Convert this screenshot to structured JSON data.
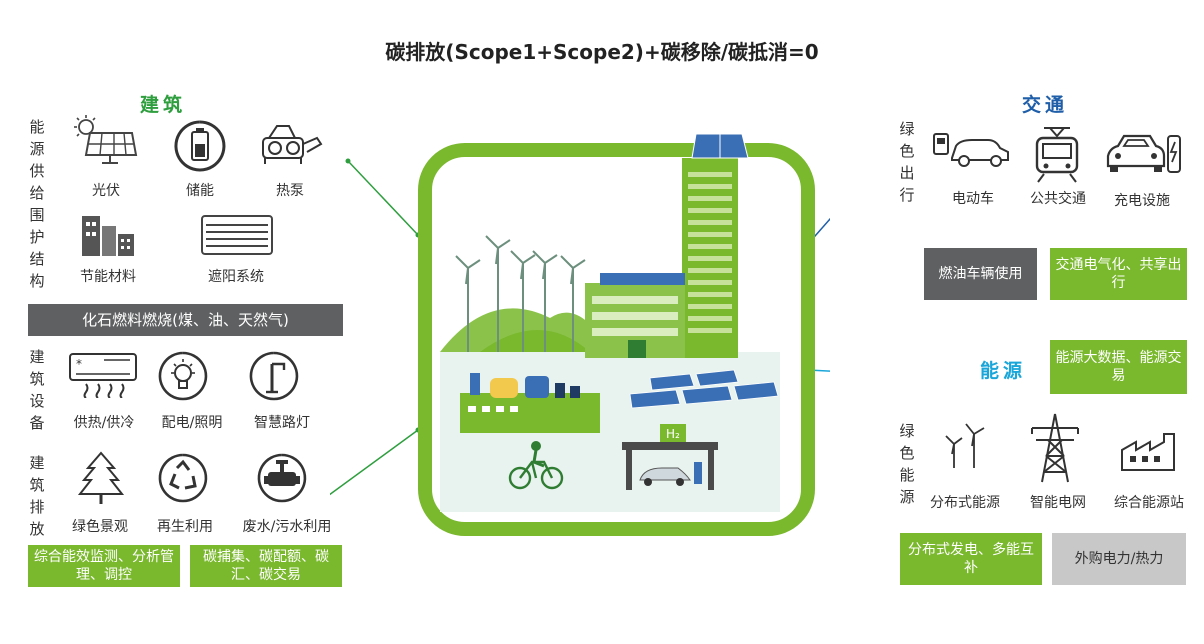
{
  "title": "碳排放(Scope1+Scope2)+碳移除/碳抵消=0",
  "building": {
    "heading": "建筑",
    "side_energy": "能源供给围护结构",
    "row1": [
      "光伏",
      "储能",
      "热泵"
    ],
    "row2": [
      "节能材料",
      "遮阳系统"
    ],
    "fossil_bar": "化石燃料燃烧(煤、油、天然气)",
    "side_equipment": "建筑设备",
    "row3": [
      "供热/供冷",
      "配电/照明",
      "智慧路灯"
    ],
    "side_emission": "建筑排放",
    "row4": [
      "绿色景观",
      "再生利用",
      "废水/污水利用"
    ],
    "box_left": "综合能效监测、分析管理、调控",
    "box_right": "碳捕集、碳配额、碳汇、碳交易"
  },
  "transport": {
    "heading": "交通",
    "side": "绿色出行",
    "items": [
      "电动车",
      "公共交通",
      "充电设施"
    ],
    "box_gray": "燃油车辆使用",
    "box_green": "交通电气化、共享出行"
  },
  "energy": {
    "heading": "能源",
    "box_top": "能源大数据、能源交易",
    "side": "绿色能源",
    "items": [
      "分布式能源",
      "智能电网",
      "综合能源站"
    ],
    "box_green": "分布式发电、多能互补",
    "box_gray": "外购电力/热力"
  },
  "hydrogen_label": "H₂",
  "colors": {
    "green": "#7ab82e",
    "building_heading": "#2e9e3e",
    "transport_heading": "#1f5ea8",
    "energy_heading": "#1aa6d9",
    "dark_gray": "#5f6062",
    "light_gray": "#c8c8c8"
  }
}
